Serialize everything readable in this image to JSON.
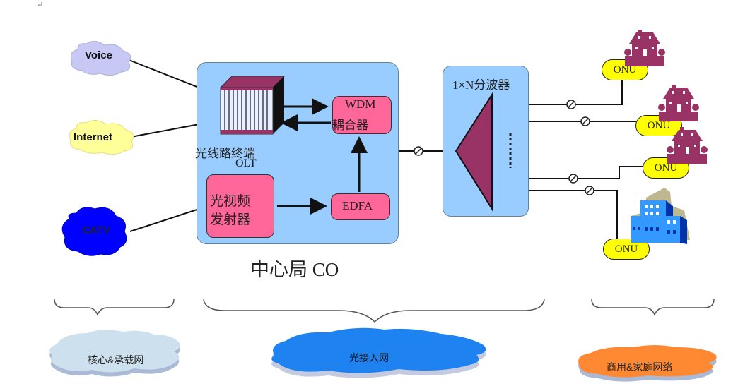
{
  "paragraph_mark": "↵",
  "sources": [
    {
      "label": "Voice",
      "color": "#c8c8f4"
    },
    {
      "label": "Internet",
      "color": "#ffff99"
    },
    {
      "label": "CATV",
      "color": "#0000ff"
    }
  ],
  "central_office": {
    "label": "中心局 CO",
    "olt_label_line1": "光线路终端",
    "olt_label_line2": "OLT",
    "wdm_line1": "WDM",
    "wdm_line2": "耦合器",
    "video_tx_line1": "光视频",
    "video_tx_line2": "发射器",
    "edfa": "EDFA"
  },
  "splitter": {
    "label": "1×N分波器"
  },
  "onus": [
    {
      "label": "ONU",
      "icon": "house-icon"
    },
    {
      "label": "ONU",
      "icon": "house-icon"
    },
    {
      "label": "ONU",
      "icon": "house-icon"
    },
    {
      "label": "ONU",
      "icon": "office-building-icon"
    }
  ],
  "networks": [
    {
      "label": "核心&承载网",
      "color": "#cce0ee"
    },
    {
      "label": "光接入网",
      "color": "#1e82f0"
    },
    {
      "label": "商用&家庭网络",
      "color": "#ff8833"
    }
  ],
  "colors": {
    "co_box": "#99ccff",
    "pink_block": "#ff6699",
    "splitter_triangle": "#993366",
    "onu": "#ffff00",
    "house": "#993366"
  }
}
